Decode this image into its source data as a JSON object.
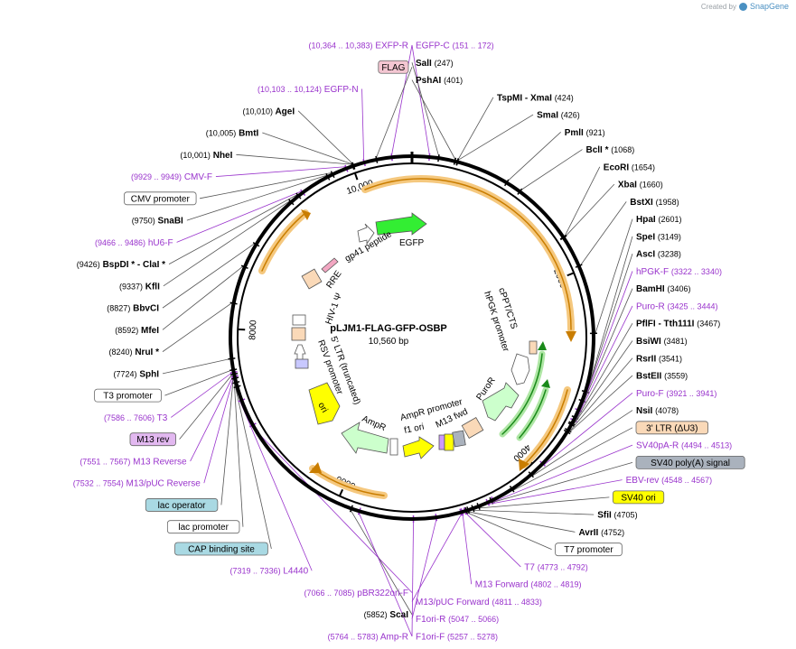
{
  "credit": {
    "prefix": "Created by",
    "brand": "SnapGene"
  },
  "plasmid": {
    "name": "pLJM1-FLAG-GFP-OSBP",
    "length": "10,560 bp",
    "total_bp": 10560
  },
  "colors": {
    "enzyme": "#000000",
    "primer": "#9933cc",
    "backbone": "#000000",
    "arrow_orange": "#e69a1a",
    "green": "#33cc33",
    "yellow": "#ffff00",
    "peach": "#fad9b8",
    "lightgreen": "#ccffcc"
  },
  "ticks": [
    {
      "label": "2000",
      "bp": 2000
    },
    {
      "label": "4000",
      "bp": 4000
    },
    {
      "label": "6000",
      "bp": 6000
    },
    {
      "label": "8000",
      "bp": 8000
    },
    {
      "label": "10,000",
      "bp": 10000
    }
  ],
  "labels": [
    {
      "text": "EXFP-R",
      "coord": "(10,364 .. 10,383)",
      "kind": "primer",
      "bp": 10373
    },
    {
      "text": "EGFP-N",
      "coord": "(10,103 .. 10,124)",
      "kind": "primer",
      "bp": 10113
    },
    {
      "text": "FLAG",
      "coord": "",
      "kind": "box-pink",
      "bp": 10230
    },
    {
      "text": "AgeI",
      "coord": "(10,010)",
      "kind": "enzyme",
      "bp": 10010
    },
    {
      "text": "BmtI",
      "coord": "(10,005)",
      "kind": "enzyme",
      "bp": 10005
    },
    {
      "text": "NheI",
      "coord": "(10,001)",
      "kind": "enzyme",
      "bp": 10001
    },
    {
      "text": "CMV-F",
      "coord": "(9929 .. 9949)",
      "kind": "primer",
      "bp": 9939
    },
    {
      "text": "CMV promoter",
      "coord": "",
      "kind": "box-white",
      "bp": 9800
    },
    {
      "text": "SnaBI",
      "coord": "(9750)",
      "kind": "enzyme",
      "bp": 9750
    },
    {
      "text": "hU6-F",
      "coord": "(9466 .. 9486)",
      "kind": "primer",
      "bp": 9476
    },
    {
      "text": "BspDI * - ClaI *",
      "coord": "(9426)",
      "kind": "enzyme",
      "bp": 9426
    },
    {
      "text": "KflI",
      "coord": "(9337)",
      "kind": "enzyme",
      "bp": 9337
    },
    {
      "text": "BbvCI",
      "coord": "(8827)",
      "kind": "enzyme",
      "bp": 8827
    },
    {
      "text": "MfeI",
      "coord": "(8592)",
      "kind": "enzyme",
      "bp": 8592
    },
    {
      "text": "NruI *",
      "coord": "(8240)",
      "kind": "enzyme",
      "bp": 8240
    },
    {
      "text": "SphI",
      "coord": "(7724)",
      "kind": "enzyme",
      "bp": 7724
    },
    {
      "text": "T3 promoter",
      "coord": "",
      "kind": "box-white",
      "bp": 7620
    },
    {
      "text": "T3",
      "coord": "(7586 .. 7606)",
      "kind": "primer",
      "bp": 7596
    },
    {
      "text": "M13 rev",
      "coord": "",
      "kind": "box-purple",
      "bp": 7580
    },
    {
      "text": "M13 Reverse",
      "coord": "(7551 .. 7567)",
      "kind": "primer",
      "bp": 7559
    },
    {
      "text": "lac operator",
      "coord": "",
      "kind": "box-blue",
      "bp": 7540
    },
    {
      "text": "M13/pUC Reverse",
      "coord": "(7532 .. 7554)",
      "kind": "primer",
      "bp": 7543
    },
    {
      "text": "lac promoter",
      "coord": "",
      "kind": "box-white",
      "bp": 7500
    },
    {
      "text": "CAP binding site",
      "coord": "",
      "kind": "box-blue",
      "bp": 7460
    },
    {
      "text": "L4440",
      "coord": "(7319 .. 7336)",
      "kind": "primer",
      "bp": 7327
    },
    {
      "text": "pBR322ori-F",
      "coord": "(7066 .. 7085)",
      "kind": "primer",
      "bp": 7075
    },
    {
      "text": "ScaI",
      "coord": "(5852)",
      "kind": "enzyme",
      "bp": 5852
    },
    {
      "text": "Amp-R",
      "coord": "(5764 .. 5783)",
      "kind": "primer",
      "bp": 5773
    },
    {
      "text": "F1ori-F",
      "coord": "(5257 .. 5278)",
      "kind": "primer",
      "bp": 5267
    },
    {
      "text": "F1ori-R",
      "coord": "(5047 .. 5066)",
      "kind": "primer",
      "bp": 5056
    },
    {
      "text": "M13/pUC Forward",
      "coord": "(4811 .. 4833)",
      "kind": "primer",
      "bp": 4822
    },
    {
      "text": "M13 Forward",
      "coord": "(4802 .. 4819)",
      "kind": "primer",
      "bp": 4810
    },
    {
      "text": "T7",
      "coord": "(4773 .. 4792)",
      "kind": "primer",
      "bp": 4782
    },
    {
      "text": "T7 promoter",
      "coord": "",
      "kind": "box-white",
      "bp": 4770
    },
    {
      "text": "AvrII",
      "coord": "(4752)",
      "kind": "enzyme",
      "bp": 4752
    },
    {
      "text": "SfiI",
      "coord": "(4705)",
      "kind": "enzyme",
      "bp": 4705
    },
    {
      "text": "SV40 ori",
      "coord": "",
      "kind": "box-yellow",
      "bp": 4650
    },
    {
      "text": "EBV-rev",
      "coord": "(4548 .. 4567)",
      "kind": "primer",
      "bp": 4557
    },
    {
      "text": "SV40 poly(A) signal",
      "coord": "",
      "kind": "box-gray",
      "bp": 4520
    },
    {
      "text": "SV40pA-R",
      "coord": "(4494 .. 4513)",
      "kind": "primer",
      "bp": 4503
    },
    {
      "text": "3' LTR (ΔU3)",
      "coord": "",
      "kind": "box-peach",
      "bp": 4300
    },
    {
      "text": "NsiI",
      "coord": "(4078)",
      "kind": "enzyme",
      "bp": 4078
    },
    {
      "text": "Puro-F",
      "coord": "(3921 .. 3941)",
      "kind": "primer",
      "bp": 3931
    },
    {
      "text": "BstEII",
      "coord": "(3559)",
      "kind": "enzyme",
      "bp": 3559
    },
    {
      "text": "RsrII",
      "coord": "(3541)",
      "kind": "enzyme",
      "bp": 3541
    },
    {
      "text": "BsiWI",
      "coord": "(3481)",
      "kind": "enzyme",
      "bp": 3481
    },
    {
      "text": "PflFI - Tth111I",
      "coord": "(3467)",
      "kind": "enzyme",
      "bp": 3467
    },
    {
      "text": "Puro-R",
      "coord": "(3425 .. 3444)",
      "kind": "primer",
      "bp": 3434
    },
    {
      "text": "BamHI",
      "coord": "(3406)",
      "kind": "enzyme",
      "bp": 3406
    },
    {
      "text": "hPGK-F",
      "coord": "(3322 .. 3340)",
      "kind": "primer",
      "bp": 3331
    },
    {
      "text": "AscI",
      "coord": "(3238)",
      "kind": "enzyme",
      "bp": 3238
    },
    {
      "text": "SpeI",
      "coord": "(3149)",
      "kind": "enzyme",
      "bp": 3149
    },
    {
      "text": "HpaI",
      "coord": "(2601)",
      "kind": "enzyme",
      "bp": 2601
    },
    {
      "text": "BstXI",
      "coord": "(1958)",
      "kind": "enzyme",
      "bp": 1958
    },
    {
      "text": "XbaI",
      "coord": "(1660)",
      "kind": "enzyme",
      "bp": 1660
    },
    {
      "text": "EcoRI",
      "coord": "(1654)",
      "kind": "enzyme",
      "bp": 1654
    },
    {
      "text": "BclI *",
      "coord": "(1068)",
      "kind": "enzyme",
      "bp": 1068
    },
    {
      "text": "PmlI",
      "coord": "(921)",
      "kind": "enzyme",
      "bp": 921
    },
    {
      "text": "SmaI",
      "coord": "(426)",
      "kind": "enzyme",
      "bp": 426
    },
    {
      "text": "TspMI - XmaI",
      "coord": "(424)",
      "kind": "enzyme",
      "bp": 424
    },
    {
      "text": "PshAI",
      "coord": "(401)",
      "kind": "enzyme",
      "bp": 401
    },
    {
      "text": "SalI",
      "coord": "(247)",
      "kind": "enzyme",
      "bp": 247
    },
    {
      "text": "EGFP-C",
      "coord": "(151 .. 172)",
      "kind": "primer",
      "bp": 161
    }
  ],
  "inner_labels": [
    {
      "text": "EGFP"
    },
    {
      "text": "gp41 peptide"
    },
    {
      "text": "RRE"
    },
    {
      "text": "HIV-1 Ψ"
    },
    {
      "text": "5' LTR (truncated)"
    },
    {
      "text": "RSV promoter"
    },
    {
      "text": "ori"
    },
    {
      "text": "AmpR"
    },
    {
      "text": "AmpR promoter"
    },
    {
      "text": "f1 ori"
    },
    {
      "text": "M13 fwd"
    },
    {
      "text": "PuroR"
    },
    {
      "text": "hPGK promoter"
    },
    {
      "text": "cPPT/CTS"
    }
  ]
}
